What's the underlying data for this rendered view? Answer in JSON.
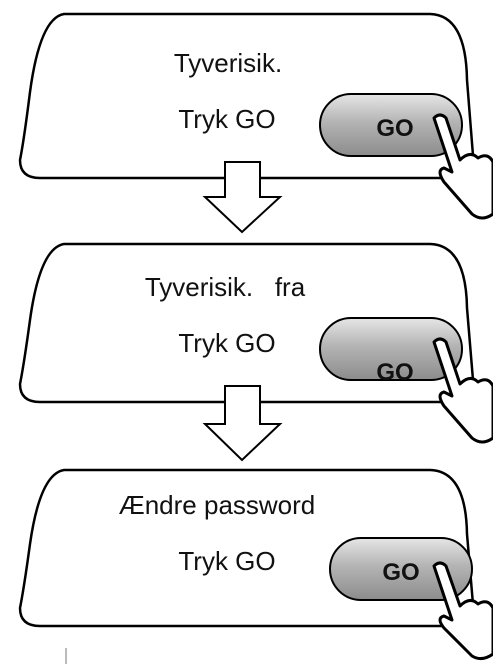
{
  "steps": [
    {
      "title": "Tyverisik.",
      "instruction": "Tryk GO",
      "button_label": "GO"
    },
    {
      "title": "Tyverisik.   fra",
      "instruction": "Tryk GO",
      "button_label": "GO"
    },
    {
      "title": "Ændre password",
      "instruction": "Tryk GO",
      "button_label": "GO"
    }
  ],
  "colors": {
    "outline": "#000000",
    "button_fill": "#a9a9a9",
    "button_highlight": "#dcdcdc",
    "hand_fill": "#ffffff"
  },
  "icons": {
    "pointer": "pointing-hand-icon",
    "arrow": "down-arrow-icon"
  }
}
